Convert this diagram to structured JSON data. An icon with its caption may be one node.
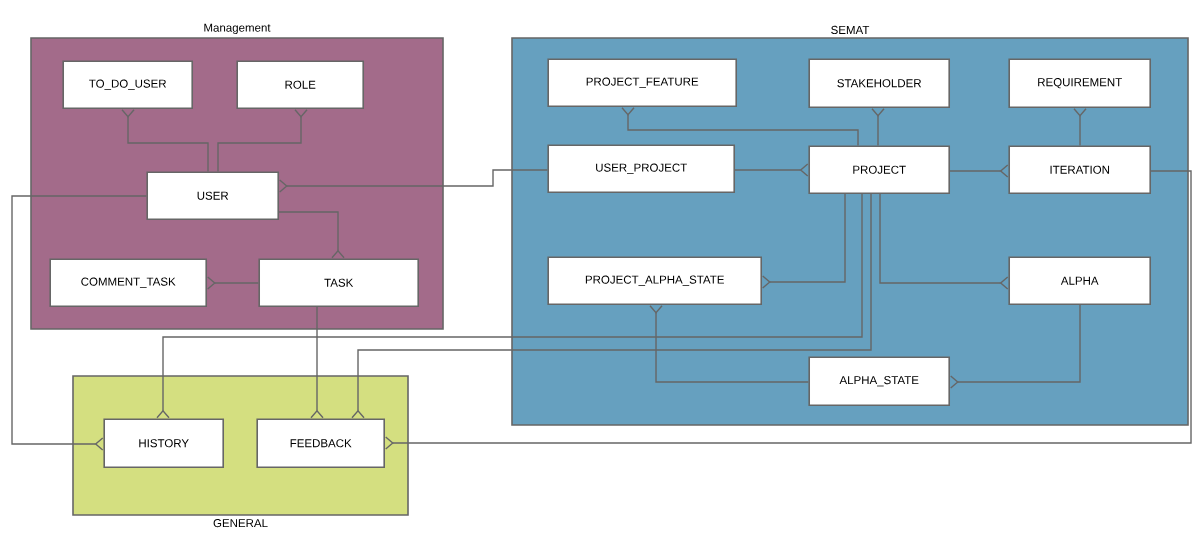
{
  "diagram": {
    "nodes": [
      {
        "text": [
          "Management"
        ]
      },
      {
        "text": [
          "TO_DO_USER"
        ],
        "in": 0
      },
      {
        "text": [
          "ROLE"
        ],
        "in": 0
      },
      {
        "text": [
          "USER"
        ],
        "in": 0
      },
      {
        "text": [
          "COMMENT_TASK"
        ],
        "in": 0
      },
      {
        "text": [
          "TASK"
        ],
        "in": 0
      },
      {
        "text": [
          "SEMAT"
        ]
      },
      {
        "text": [
          "PROJECT_FEATURE"
        ],
        "in": 6
      },
      {
        "text": [
          "STAKEHOLDER"
        ],
        "in": 6
      },
      {
        "text": [
          "REQUIREMENT"
        ],
        "in": 6
      },
      {
        "text": [
          "USER_PROJECT"
        ],
        "in": 6
      },
      {
        "text": [
          "PROJECT"
        ],
        "in": 6
      },
      {
        "text": [
          "ITERATION"
        ],
        "in": 6
      },
      {
        "text": [
          "PROJECT_ALPHA_STATE"
        ],
        "in": 6
      },
      {
        "text": [
          "ALPHA"
        ],
        "in": 6
      },
      {
        "text": [
          "ALPHA_STATE"
        ],
        "in": 6
      },
      {
        "text": [
          "GENERAL"
        ]
      },
      {
        "text": [
          "HISTORY"
        ],
        "in": 16
      },
      {
        "text": [
          "FEEDBACK"
        ],
        "in": 16
      }
    ],
    "edges": [
      {
        "from": 3,
        "to": 1,
        "arrow": "other"
      },
      {
        "from": 3,
        "to": 2,
        "arrow": "other"
      },
      {
        "from": 10,
        "to": 3,
        "arrow": "other"
      },
      {
        "from": 3,
        "to": 5,
        "arrow": "other"
      },
      {
        "from": 5,
        "to": 4,
        "arrow": "other"
      },
      {
        "from": 3,
        "to": 17,
        "arrow": "other"
      },
      {
        "from": 5,
        "to": 18,
        "arrow": "other"
      },
      {
        "from": 11,
        "to": 17,
        "arrow": "other"
      },
      {
        "from": 11,
        "to": 18,
        "arrow": "other"
      },
      {
        "from": 12,
        "to": 18,
        "arrow": "other"
      },
      {
        "from": 11,
        "to": 7,
        "arrow": "other"
      },
      {
        "from": 11,
        "to": 8,
        "arrow": "other"
      },
      {
        "from": 12,
        "to": 9,
        "arrow": "other"
      },
      {
        "from": 10,
        "to": 11,
        "arrow": "other"
      },
      {
        "from": 11,
        "to": 12,
        "arrow": "other"
      },
      {
        "from": 11,
        "to": 13,
        "arrow": "other"
      },
      {
        "from": 11,
        "to": 14,
        "arrow": "other"
      },
      {
        "from": 15,
        "to": 13,
        "arrow": "other"
      },
      {
        "from": 14,
        "to": 15,
        "arrow": "other"
      }
    ]
  }
}
